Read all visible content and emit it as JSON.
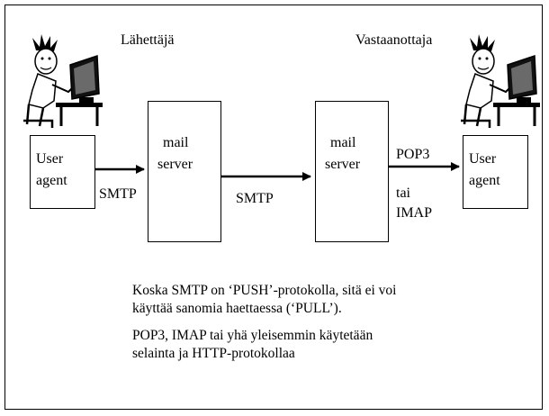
{
  "labels": {
    "sender": "Lähettäjä",
    "receiver": "Vastaanottaja"
  },
  "boxes": {
    "user_agent_left": [
      "User",
      "agent"
    ],
    "mail_server_left": [
      "mail",
      "server"
    ],
    "mail_server_right": [
      "mail",
      "server"
    ],
    "user_agent_right": [
      "User",
      "agent"
    ]
  },
  "arrows": {
    "smtp_1": "SMTP",
    "smtp_2": "SMTP",
    "pop3": "POP3",
    "tai": "tai",
    "imap": "IMAP"
  },
  "text": {
    "para1_line1": "Koska SMTP on ‘PUSH’-protokolla, sitä ei voi",
    "para1_line2": "käyttää sanomia haettaessa  (‘PULL’).",
    "para2_line1": "POP3, IMAP tai yhä yleisemmin käytetään",
    "para2_line2": "selainta ja HTTP-protokollaa"
  },
  "icons": {
    "left": "person-at-computer-icon",
    "right": "person-at-computer-icon"
  }
}
